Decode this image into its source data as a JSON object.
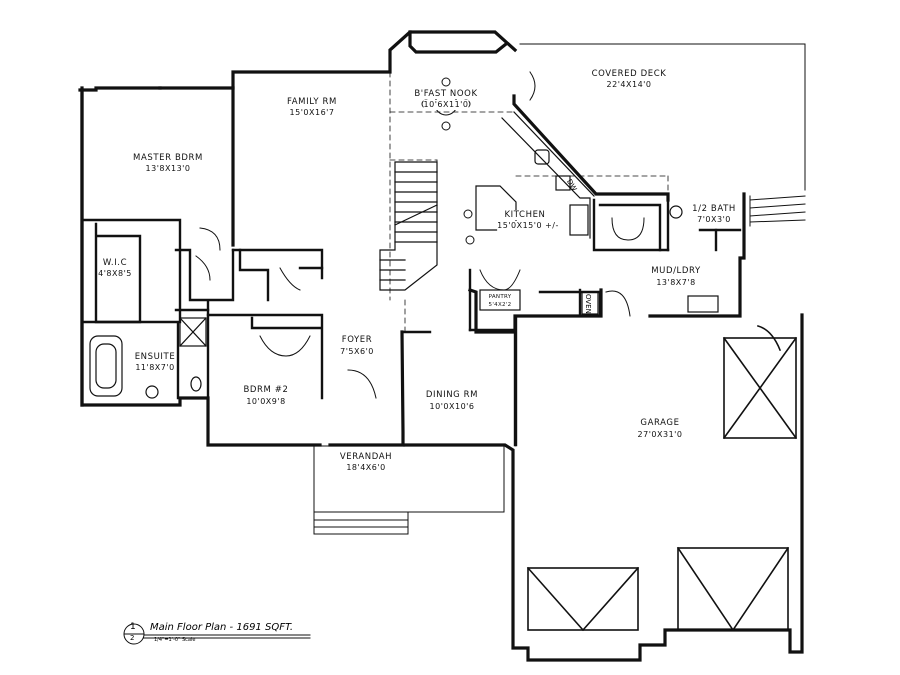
{
  "rooms": {
    "covered_deck": {
      "name": "COVERED DECK",
      "dims": "22'4X14'0"
    },
    "bfast_nook": {
      "name": "B'FAST NOOK",
      "dims": "10'6X11'0"
    },
    "family_rm": {
      "name": "FAMILY RM",
      "dims": "15'0X16'7"
    },
    "master_bdrm": {
      "name": "MASTER BDRM",
      "dims": "13'8X13'0"
    },
    "kitchen": {
      "name": "KITCHEN",
      "dims": "15'0X15'0 +/-"
    },
    "half_bath": {
      "name": "1/2 BATH",
      "dims": "7'0X3'0"
    },
    "mud_ldry": {
      "name": "MUD/LDRY",
      "dims": "13'8X7'8"
    },
    "wic": {
      "name": "W.I.C",
      "dims": "4'8X8'5"
    },
    "pantry": {
      "name": "PANTRY",
      "dims": "5'4X2'2"
    },
    "foyer": {
      "name": "FOYER",
      "dims": "7'5X6'0"
    },
    "ensuite": {
      "name": "ENSUITE",
      "dims": "11'8X7'0"
    },
    "bdrm2": {
      "name": "BDRM #2",
      "dims": "10'0X9'8"
    },
    "dining_rm": {
      "name": "DINING RM",
      "dims": "10'0X10'6"
    },
    "garage": {
      "name": "GARAGE",
      "dims": "27'0X31'0"
    },
    "verandah": {
      "name": "VERANDAH",
      "dims": "18'4X6'0"
    }
  },
  "fixtures": {
    "oven": "OVEN",
    "dw": "DW"
  },
  "title_block": {
    "number": "1",
    "sheet": "2",
    "title": "Main Floor Plan - 1691 SQFT.",
    "scale": "1/4\"=1'-0\" Scale"
  }
}
